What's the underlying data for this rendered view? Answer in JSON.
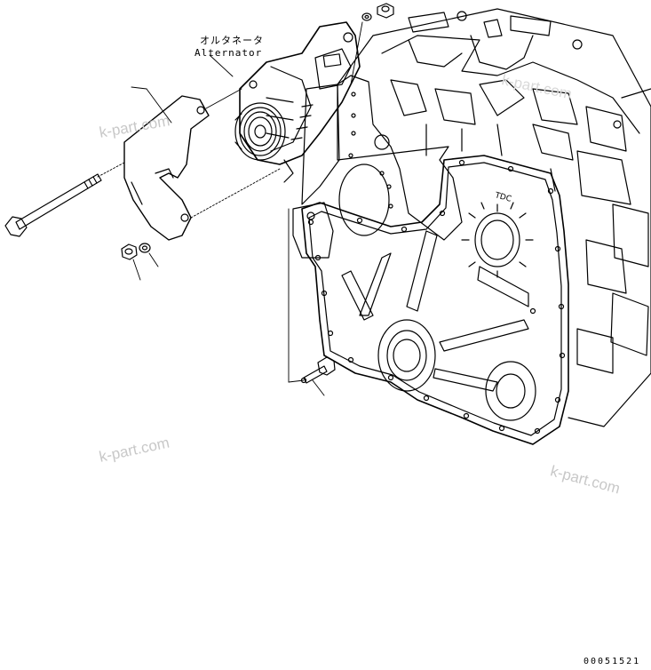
{
  "callout": {
    "jp": "オルタネータ",
    "en": "Alternator"
  },
  "timing_mark": "TDC",
  "watermarks": [
    "k-part.com",
    "k-part.com",
    "k-part.com",
    "k-part.com"
  ],
  "doc_number": "00051521"
}
